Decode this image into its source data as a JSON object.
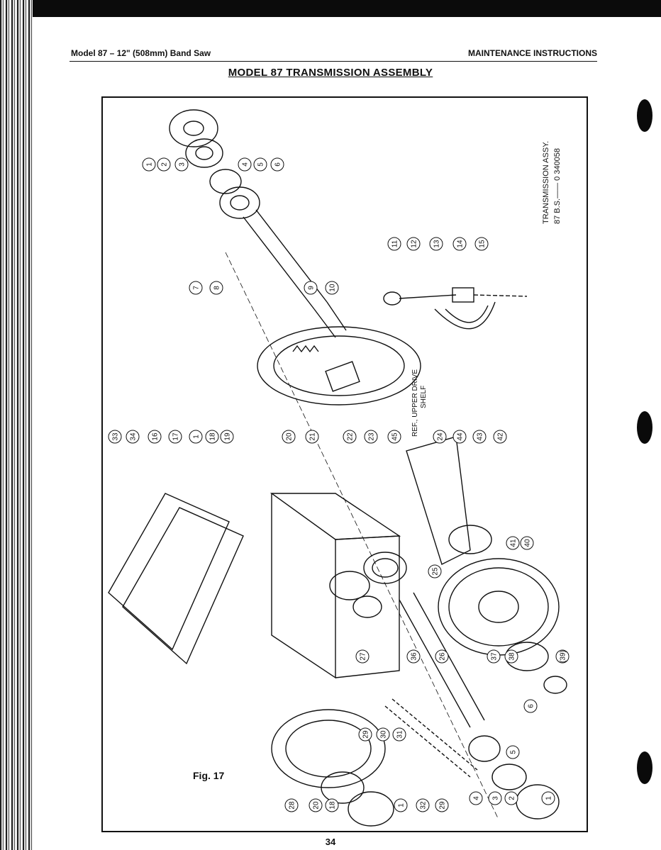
{
  "header": {
    "left": "Model 87 – 12\" (508mm) Band Saw",
    "right": "MAINTENANCE INSTRUCTIONS"
  },
  "title": "MODEL 87 TRANSMISSION ASSEMBLY",
  "diagram": {
    "assy_line1": "TRANSMISSION ASSY.",
    "assy_line2": "87 B.S.—— 0 340058",
    "ref_line1": "REF., UPPER DRIVE",
    "ref_line2": "SHELF",
    "figure_label": "Fig. 17",
    "callouts": [
      "1",
      "2",
      "3",
      "4",
      "5",
      "6",
      "7",
      "8",
      "9",
      "10",
      "11",
      "12",
      "13",
      "14",
      "15",
      "33",
      "34",
      "16",
      "17",
      "1",
      "18",
      "19",
      "20",
      "21",
      "22",
      "23",
      "45",
      "24",
      "44",
      "43",
      "42",
      "41",
      "40",
      "25",
      "27",
      "36",
      "26",
      "37",
      "38",
      "(39)",
      "29",
      "30",
      "31",
      "6",
      "5",
      "4",
      "3",
      "2",
      "1",
      "28",
      "20",
      "18",
      "1",
      "32",
      "29"
    ]
  },
  "page_number": "34"
}
